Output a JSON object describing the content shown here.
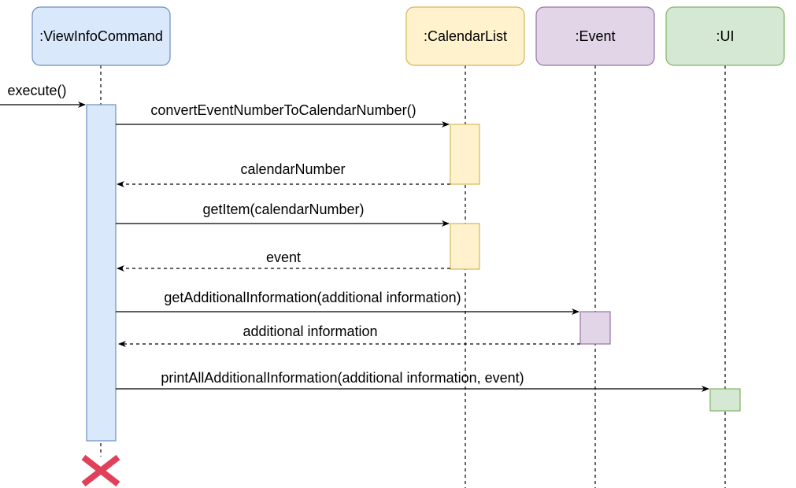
{
  "participants": [
    {
      "id": "vic",
      "label": ":ViewInfoCommand",
      "fill": "#dae8fc",
      "stroke": "#6c8ebf"
    },
    {
      "id": "cal",
      "label": ":CalendarList",
      "fill": "#fff2cc",
      "stroke": "#d6b656"
    },
    {
      "id": "evt",
      "label": ":Event",
      "fill": "#e1d5e7",
      "stroke": "#9673a6"
    },
    {
      "id": "ui",
      "label": ":UI",
      "fill": "#d5e8d4",
      "stroke": "#82b366"
    }
  ],
  "messages": {
    "execute": "execute()",
    "convert": "convertEventNumberToCalendarNumber()",
    "calendar_number": "calendarNumber",
    "get_item": "getItem(calendarNumber)",
    "event": "event",
    "get_additional": "getAdditionalInformation(additional information)",
    "additional_info": "additional information",
    "print_all": "printAllAdditionalInformation(additional information, event)"
  },
  "colors": {
    "line": "#000000",
    "destroy_mark": "#e0405a"
  }
}
